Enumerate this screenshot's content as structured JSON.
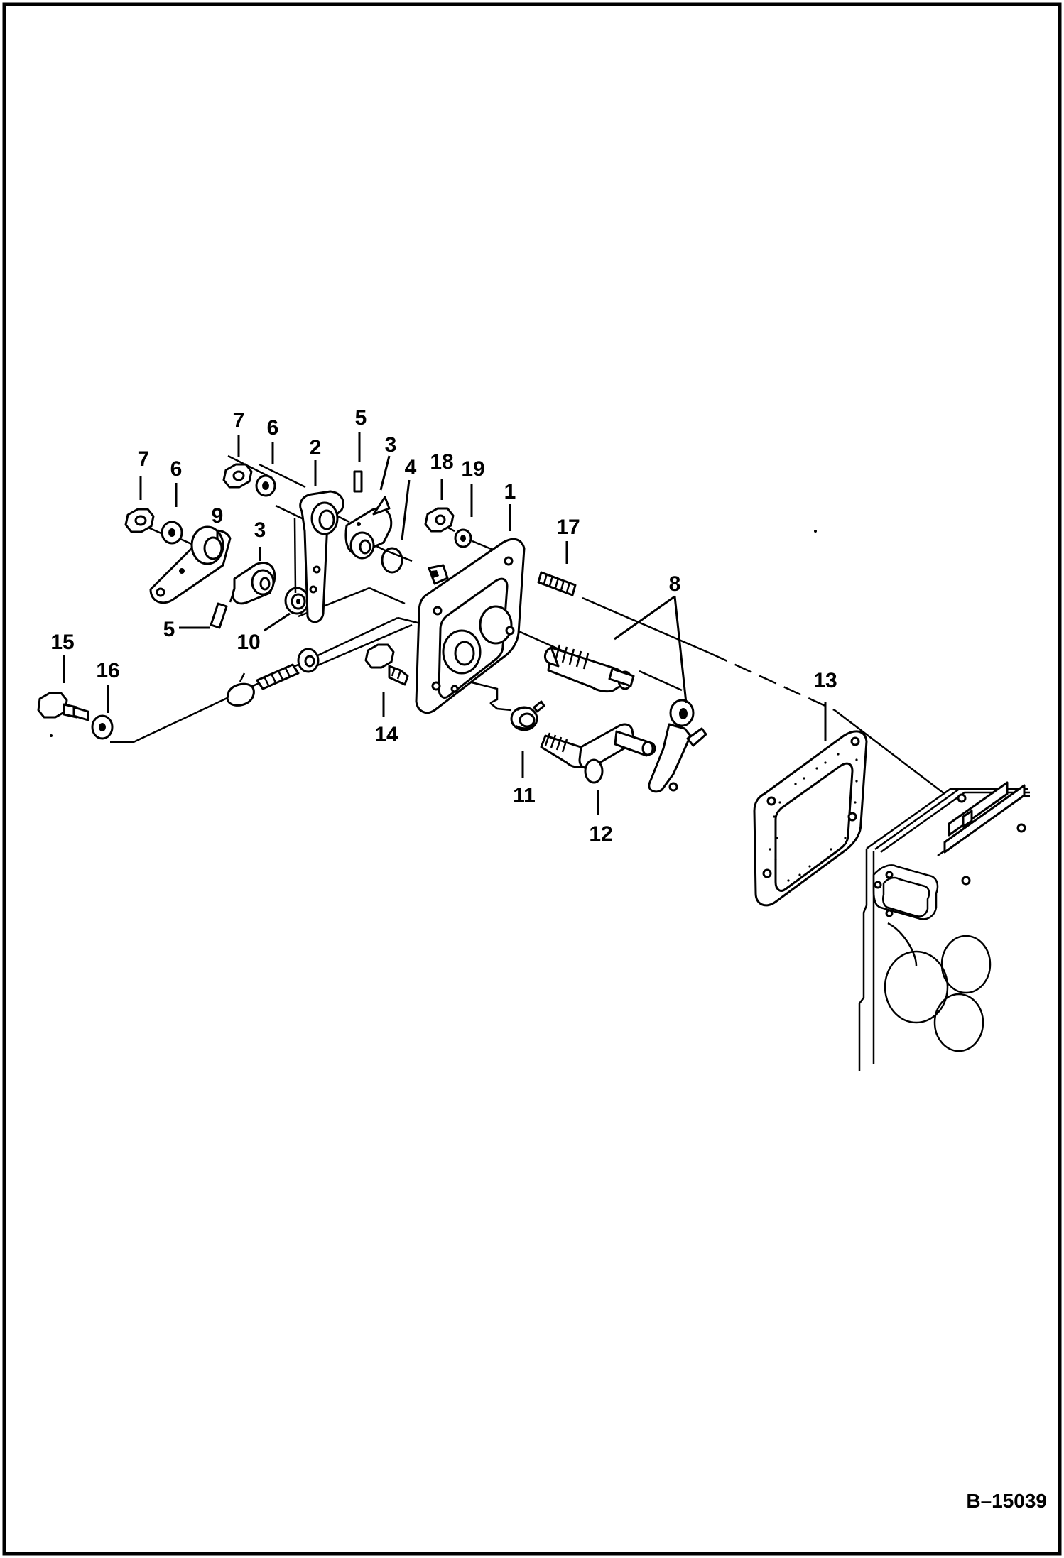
{
  "diagram": {
    "reference_code": "B–15039",
    "callouts": [
      {
        "id": "c7a",
        "text": "7"
      },
      {
        "id": "c6a",
        "text": "6"
      },
      {
        "id": "c7b",
        "text": "7"
      },
      {
        "id": "c6b",
        "text": "6"
      },
      {
        "id": "c2",
        "text": "2"
      },
      {
        "id": "c5a",
        "text": "5"
      },
      {
        "id": "c3a",
        "text": "3"
      },
      {
        "id": "c4",
        "text": "4"
      },
      {
        "id": "c18",
        "text": "18"
      },
      {
        "id": "c19",
        "text": "19"
      },
      {
        "id": "c1",
        "text": "1"
      },
      {
        "id": "c17",
        "text": "17"
      },
      {
        "id": "c9",
        "text": "9"
      },
      {
        "id": "c3b",
        "text": "3"
      },
      {
        "id": "c5b",
        "text": "5"
      },
      {
        "id": "c10",
        "text": "10"
      },
      {
        "id": "c8",
        "text": "8"
      },
      {
        "id": "c15",
        "text": "15"
      },
      {
        "id": "c16",
        "text": "16"
      },
      {
        "id": "c14",
        "text": "14"
      },
      {
        "id": "c13",
        "text": "13"
      },
      {
        "id": "c11",
        "text": "11"
      },
      {
        "id": "c12",
        "text": "12"
      }
    ]
  }
}
